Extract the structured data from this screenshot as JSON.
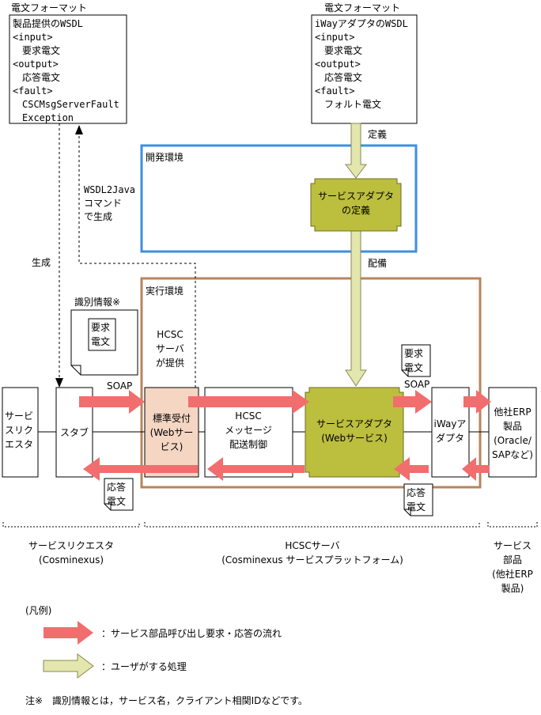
{
  "format_left": {
    "caption": "電文フォーマット",
    "lines": [
      "製品提供のWSDL",
      "<input>",
      "　要求電文",
      "<output>",
      "　応答電文",
      "<fault>",
      "　CSCMsgServerFault",
      "　Exception"
    ]
  },
  "format_right": {
    "caption": "電文フォーマット",
    "lines": [
      "iWayアダプタのWSDL",
      "<input>",
      "　要求電文",
      "<output>",
      "　応答電文",
      "<fault>",
      "　フォルト電文"
    ]
  },
  "labels": {
    "teigi": "定義",
    "haibi": "配備",
    "seisei": "生成",
    "wsdl2java": [
      "WSDL2Java",
      "コマンド",
      "で生成"
    ],
    "soap_left": "SOAP",
    "soap_right": "SOAP",
    "hcsc_provides": [
      "HCSC",
      "サーバ",
      "が提供"
    ]
  },
  "dev_env": {
    "title": "開発環境"
  },
  "run_env": {
    "title": "実行環境"
  },
  "adapter_def": {
    "lines": [
      "サービスアダプタ",
      "の定義"
    ]
  },
  "id_info": {
    "title": "識別情報※",
    "doc": [
      "要求",
      "電文"
    ]
  },
  "doc_req_right": [
    "要求",
    "電文"
  ],
  "doc_res_left": [
    "応答",
    "電文"
  ],
  "doc_res_right": [
    "応答",
    "電文"
  ],
  "components": {
    "requester": [
      "サービ",
      "スリク",
      "エスタ"
    ],
    "stub": "スタブ",
    "standard_receiver": [
      "標準受付",
      "(Webサー",
      "ビス)"
    ],
    "message_control": [
      "HCSC",
      "メッセージ",
      "配送制御"
    ],
    "service_adapter": [
      "サービスアダプタ",
      "(Webサービス)"
    ],
    "iway_adapter": [
      "iWayア",
      "ダプタ"
    ],
    "erp": [
      "他社ERP",
      "製品",
      "(Oracle/",
      "SAPなど)"
    ]
  },
  "bottom": {
    "requester": [
      "サービスリクエスタ",
      "(Cosminexus)"
    ],
    "hcsc": [
      "HCSCサーバ",
      "(Cosminexus サービスプラットフォーム)"
    ],
    "parts": [
      "サービス",
      "部品",
      "(他社ERP",
      "製品)"
    ]
  },
  "legend": {
    "title": "(凡例)",
    "red": "：サービス部品呼び出し要求・応答の流れ",
    "yellow": "：ユーザがする処理"
  },
  "note": "注※　識別情報とは，サービス名，クライアント相関IDなどです。",
  "colors": {
    "flow_red": "#f26d6d",
    "user_yellow": "#e3e6ad",
    "adapter_olive": "#bcbe3e",
    "dev_blue": "#3d8fe0",
    "run_brown": "#b7855c",
    "receiver_peach": "#f5d6c3"
  }
}
